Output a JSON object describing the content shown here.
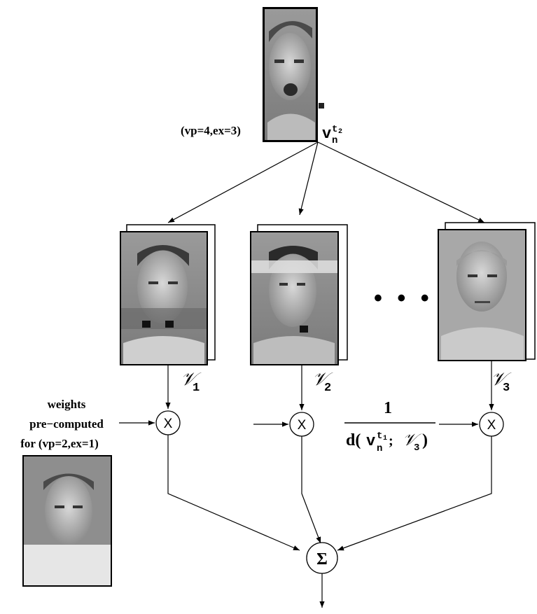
{
  "top_image": {
    "caption": "(vp=4,ex=3)",
    "vector_symbol": "v",
    "vector_sub": "n",
    "vector_sup": "t",
    "vector_sup_sub": "2"
  },
  "gallery": [
    {
      "symbol": "𝒱",
      "index": "1"
    },
    {
      "symbol": "𝒱",
      "index": "2"
    },
    {
      "symbol": "𝒱",
      "index": "3"
    }
  ],
  "ellipsis": "• • •",
  "weights_label": {
    "line1": "weights",
    "line2": "pre−computed",
    "line3": "for (vp=2,ex=1)"
  },
  "fraction": {
    "numerator": "1",
    "d": "d(",
    "v": "v",
    "v_sub": "n",
    "v_sup": "t",
    "v_sup_sub": "1",
    "sep": " ; ",
    "script_v": "𝒱",
    "script_sub": "3",
    "close": ")"
  },
  "operators": {
    "multiply": "X",
    "sum": "Σ"
  }
}
